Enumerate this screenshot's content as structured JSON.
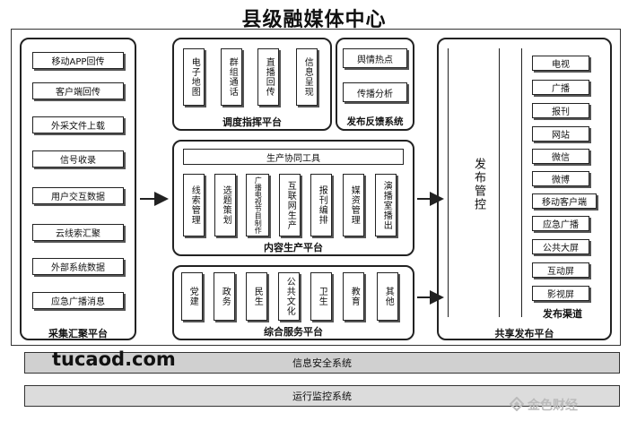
{
  "title": "县级融媒体中心",
  "collect": {
    "label": "采集汇聚平台",
    "items": [
      "移动APP回传",
      "客户端回传",
      "外采文件上载",
      "信号收录",
      "用户交互数据",
      "云线索汇聚",
      "外部系统数据",
      "应急广播消息"
    ]
  },
  "dispatch": {
    "label": "调度指挥平台",
    "items": [
      "电子地图",
      "群组通话",
      "直播回传",
      "信息呈现"
    ]
  },
  "feedback": {
    "label": "发布反馈系统",
    "items": [
      "舆情热点",
      "传播分析"
    ]
  },
  "content": {
    "label": "内容生产平台",
    "header": "生产协同工具",
    "items": [
      "线索管理",
      "选题策划",
      "广播电视节目制作",
      "互联网生产",
      "报刊编排",
      "媒资管理",
      "演播室播出"
    ]
  },
  "service": {
    "label": "综合服务平台",
    "items": [
      "党建",
      "政务",
      "民生",
      "公共文化",
      "卫生",
      "教育",
      "其他"
    ]
  },
  "publish": {
    "label": "共享发布平台",
    "manage": "发布管控",
    "channels_label": "发布渠道",
    "channels": [
      "电视",
      "广播",
      "报刊",
      "网站",
      "微信",
      "微博",
      "移动客户端",
      "应急广播",
      "公共大屏",
      "互动屏",
      "影视屏"
    ]
  },
  "bars": {
    "security": "信息安全系统",
    "monitor": "运行监控系统"
  },
  "watermarks": {
    "site": "tucaod.com",
    "logo": "金色财经"
  }
}
